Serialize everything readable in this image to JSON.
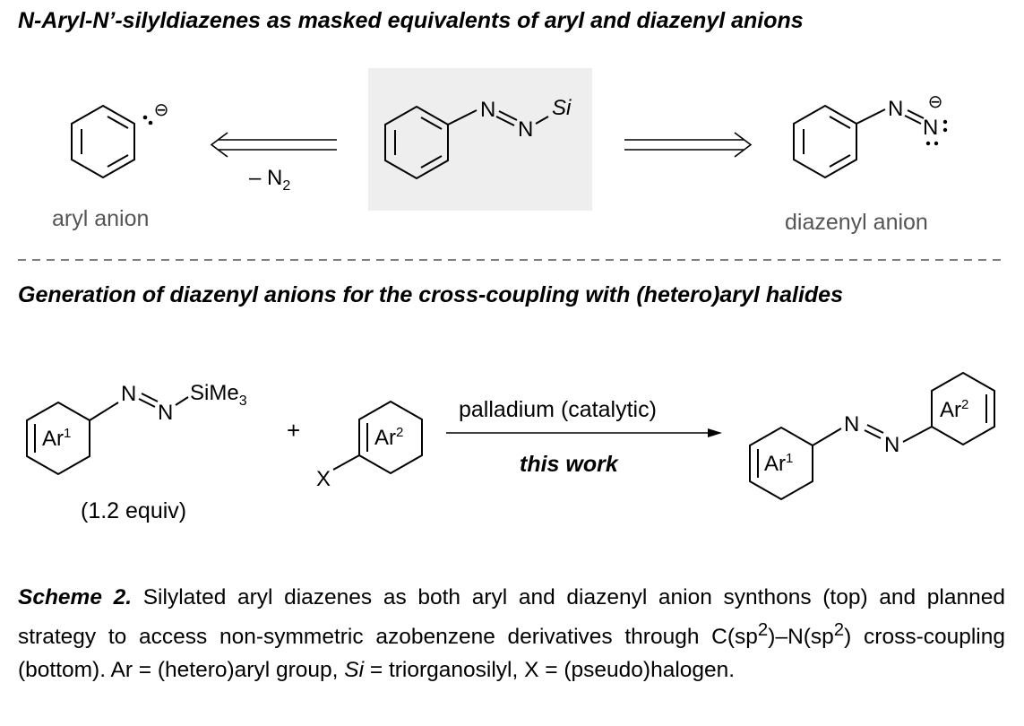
{
  "top_section": {
    "title": "N-Aryl-N’-silyldiazenes as masked equivalents of aryl and diazenyl anions",
    "left_label": "aryl anion",
    "right_label": "diazenyl anion",
    "arrow_label": "– N",
    "arrow_label_sub": "2",
    "atom_n": "N",
    "atom_si": "Si",
    "charge": "⊖"
  },
  "bottom_section": {
    "title": "Generation of diazenyl anions for the cross-coupling with (hetero)aryl halides",
    "sime3": "SiMe",
    "sime3_sub": "3",
    "ar": "Ar",
    "sup1": "1",
    "sup2": "2",
    "x": "X",
    "plus": "+",
    "equiv": "(1.2 equiv)",
    "arrow_top": "palladium (catalytic)",
    "arrow_bottom": "this work"
  },
  "caption": {
    "label": "Scheme 2.",
    "part1": " Silylated aryl diazenes as both aryl and diazenyl anion synthons (top) and planned strategy to access non-symmetric azobenzene derivatives through C(sp",
    "sup_a": "2",
    "part2": ")–N(sp",
    "sup_b": "2",
    "part3": ") cross-coupling (bottom). Ar = (hetero)aryl group, ",
    "si": "Si",
    "part4": " = triorganosilyl, X = (pseudo)halogen."
  }
}
